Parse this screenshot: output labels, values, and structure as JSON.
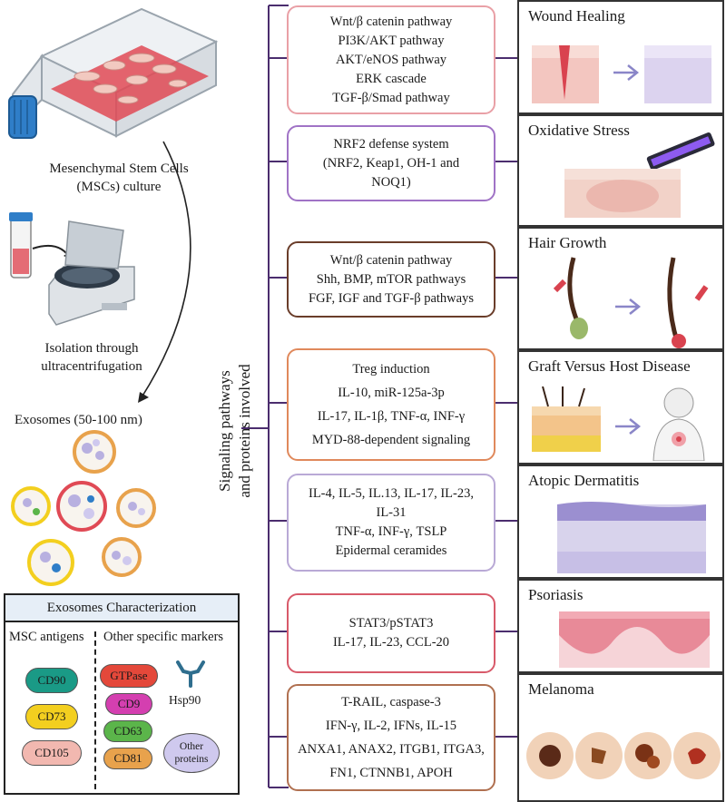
{
  "left": {
    "msc_label": [
      "Mesenchymal Stem  Cells",
      "(MSCs) culture"
    ],
    "isolation_label": [
      "Isolation through",
      "ultracentrifugation"
    ],
    "exosomes_label": "Exosomes (50-100 nm)"
  },
  "characterization": {
    "title": "Exosomes Characterization",
    "col1_header": "MSC antigens",
    "col2_header": "Other specific markers",
    "msc_antigens": [
      {
        "label": "CD90",
        "color": "#1a9a86"
      },
      {
        "label": "CD73",
        "color": "#f3cf1f"
      },
      {
        "label": "CD105",
        "color": "#f2b8b0"
      }
    ],
    "markers": [
      {
        "label": "GTPase",
        "color": "#e4483a"
      },
      {
        "label": "CD9",
        "color": "#d43fb0"
      },
      {
        "label": "CD63",
        "color": "#5bb54a"
      },
      {
        "label": "CD81",
        "color": "#e8a24c"
      }
    ],
    "hsp_label": "Hsp90",
    "other_label": [
      "Other",
      "proteins"
    ],
    "other_color": "#cfc9ee"
  },
  "spine_label": [
    "Signaling pathways",
    "and proteins involved"
  ],
  "pathways": [
    {
      "lines": [
        "Wnt/β catenin pathway",
        "PI3K/AKT  pathway",
        "AKT/eNOS pathway",
        "ERK cascade",
        "TGF-β/Smad pathway"
      ],
      "border": "#e9a0a6"
    },
    {
      "lines": [
        "NRF2 defense system",
        "(NRF2, Keap1, OH-1 and",
        "NOQ1)"
      ],
      "border": "#a073c6"
    },
    {
      "lines": [
        "Wnt/β catenin pathway",
        "Shh, BMP, mTOR pathways",
        "FGF,  IGF and TGF-β pathways"
      ],
      "border": "#6a3d2a"
    },
    {
      "lines": [
        "Treg induction",
        "IL-10, miR-125a-3p",
        "IL-17, IL-1β, TNF-α, INF-γ",
        "MYD-88-dependent signaling"
      ],
      "border": "#e0895c"
    },
    {
      "lines": [
        "IL-4, IL-5, IL.13, IL-17, IL-23,",
        "IL-31",
        "TNF-α, INF-γ, TSLP",
        "Epidermal ceramides"
      ],
      "border": "#b9a9d6"
    },
    {
      "lines": [
        "STAT3/pSTAT3",
        "IL-17, IL-23, CCL-20"
      ],
      "border": "#d85a6a"
    },
    {
      "lines": [
        "T-RAIL, caspase-3",
        "IFN-γ, IL-2, IFNs, IL-15",
        "ANXA1, ANAX2, ITGB1, ITGA3,",
        "FN1, CTNNB1, APOH"
      ],
      "border": "#b07050"
    }
  ],
  "diseases": [
    "Wound Healing",
    "Oxidative Stress",
    "Hair Growth",
    "Graft Versus Host Disease",
    "Atopic Dermatitis",
    "Psoriasis",
    "Melanoma"
  ]
}
